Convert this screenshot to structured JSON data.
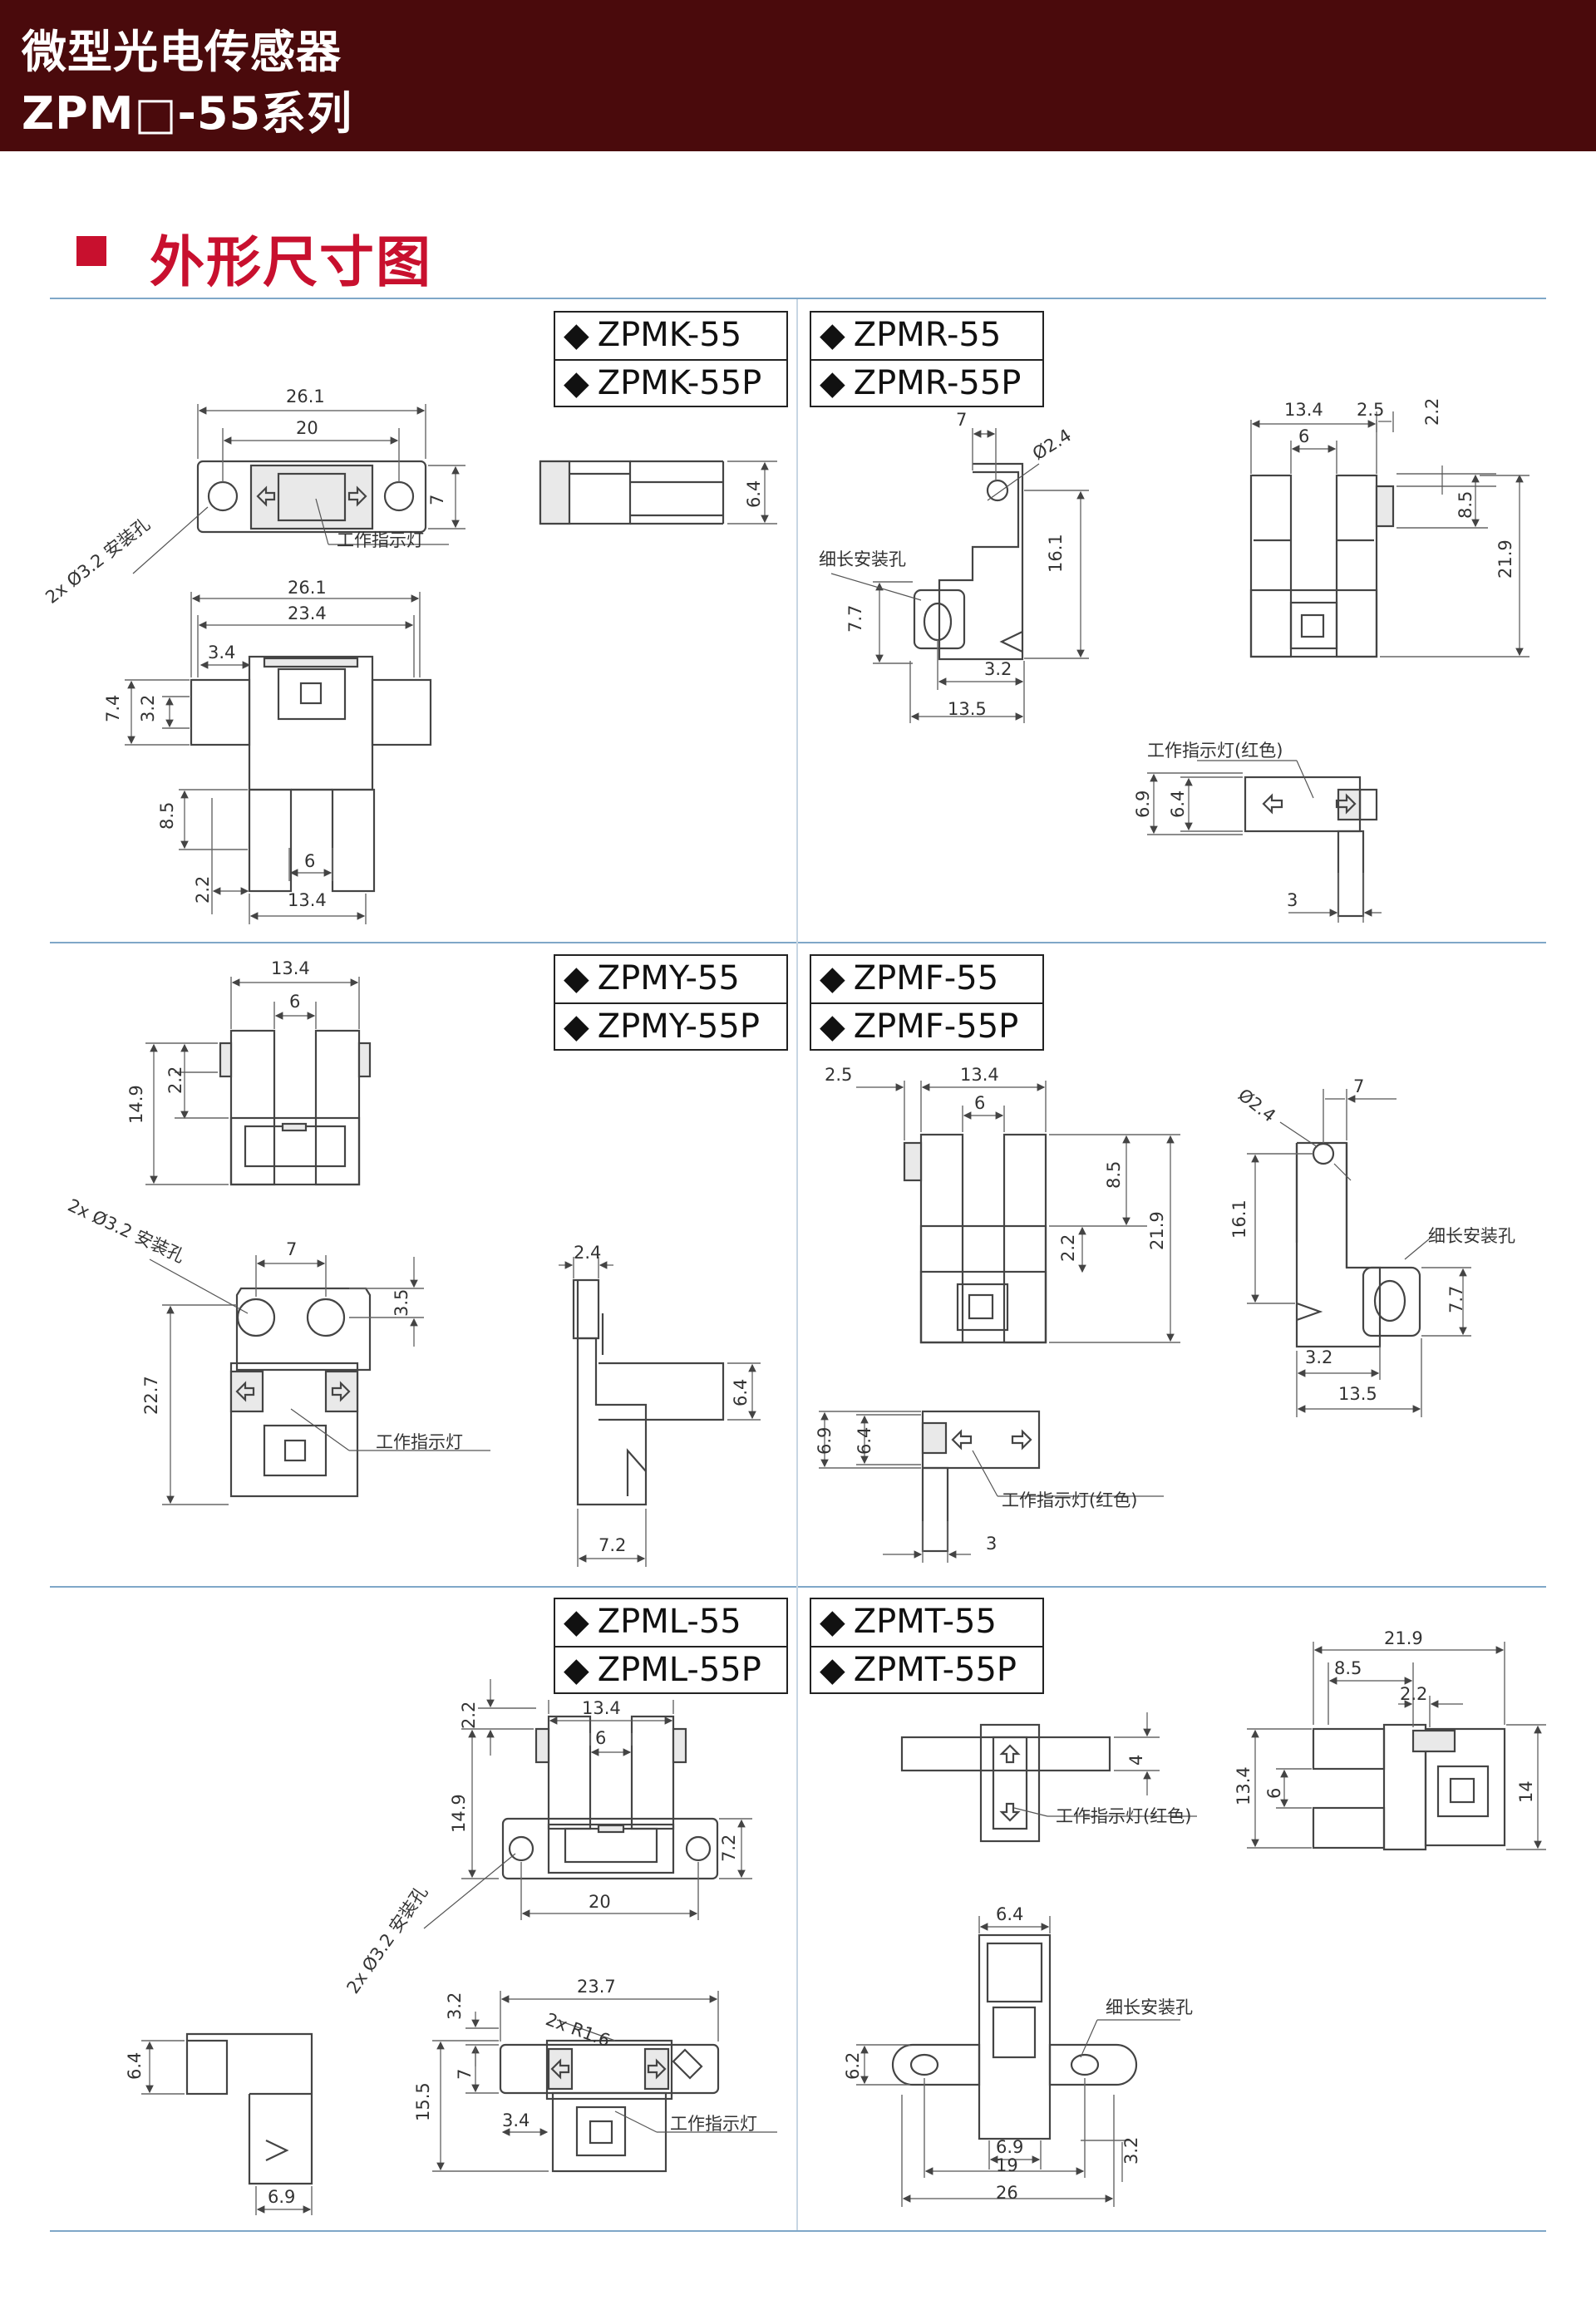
{
  "header": {
    "line1": "微型光电传感器",
    "line2": "ZPM□-55系列"
  },
  "section": {
    "title": "外形尺寸图"
  },
  "models": [
    {
      "diamond": "◆",
      "a": "ZPMK-55",
      "b": "ZPMK-55P"
    },
    {
      "diamond": "◆",
      "a": "ZPMR-55",
      "b": "ZPMR-55P"
    },
    {
      "diamond": "◆",
      "a": "ZPMY-55",
      "b": "ZPMY-55P"
    },
    {
      "diamond": "◆",
      "a": "ZPMF-55",
      "b": "ZPMF-55P"
    },
    {
      "diamond": "◆",
      "a": "ZPML-55",
      "b": "ZPML-55P"
    },
    {
      "diamond": "◆",
      "a": "ZPMT-55",
      "b": "ZPMT-55P"
    }
  ],
  "labels": {
    "indicator": "工作指示灯",
    "indicator_red": "工作指示灯(红色)",
    "mount_hole": "2x Ø3.2 安装孔",
    "slot_hole": "细长安装孔",
    "phi24": "Ø2.4",
    "r16": "2x R1.6"
  },
  "dims": {
    "k": [
      "26.1",
      "20",
      "7",
      "6.4",
      "26.1",
      "23.4",
      "3.4",
      "7.4",
      "3.2",
      "8.5",
      "6",
      "2.2",
      "13.4"
    ],
    "r": [
      "7",
      "16.1",
      "7.7",
      "3.2",
      "13.5",
      "13.4",
      "2.5",
      "2.2",
      "6",
      "8.5",
      "21.9",
      "6.9",
      "6.4",
      "3"
    ],
    "y": [
      "13.4",
      "6",
      "14.9",
      "2.2",
      "7",
      "3.5",
      "22.7",
      "2.4",
      "6.4",
      "7.2"
    ],
    "f": [
      "2.5",
      "13.4",
      "6",
      "8.5",
      "21.9",
      "2.2",
      "7",
      "16.1",
      "3.2",
      "13.5",
      "7.7",
      "6.9",
      "6.4",
      "3"
    ],
    "l": [
      "13.4",
      "6",
      "2.2",
      "14.9",
      "7.2",
      "20",
      "23.7",
      "3.2",
      "7",
      "15.5",
      "3.4",
      "6.4",
      "6.9"
    ],
    "t": [
      "21.9",
      "8.5",
      "2.2",
      "4",
      "13.4",
      "6",
      "14",
      "6.4",
      "6.2",
      "6.9",
      "19",
      "3.2",
      "26"
    ]
  }
}
